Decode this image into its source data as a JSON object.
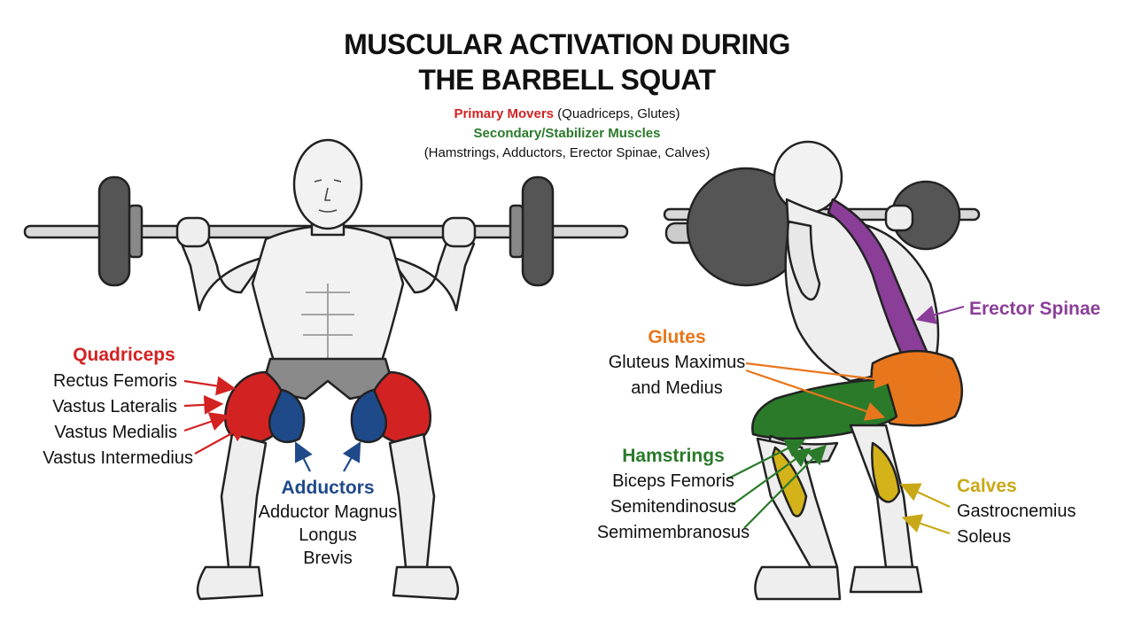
{
  "title_line1": "MUSCULAR ACTIVATION DURING",
  "title_line2": "THE BARBELL SQUAT",
  "legend": {
    "primary_label": "Primary Movers",
    "primary_detail": "(Quadriceps, Glutes)",
    "secondary_label": "Secondary/Stabilizer Muscles",
    "secondary_detail": "(Hamstrings, Adductors, Erector Spinae, Calves)"
  },
  "colors": {
    "quadriceps": "#d32222",
    "adductors": "#1f4a8a",
    "glutes": "#e8761c",
    "hamstrings": "#2a7a2a",
    "erector_spinae": "#8a3e98",
    "calves": "#d4b21a"
  },
  "quadriceps": {
    "title": "Quadriceps",
    "items": [
      "Rectus Femoris",
      "Vastus Lateralis",
      "Vastus Medialis",
      "Vastus Intermedius"
    ]
  },
  "adductors": {
    "title": "Adductors",
    "items": [
      "Adductor Magnus",
      "Longus",
      "Brevis"
    ]
  },
  "glutes": {
    "title": "Glutes",
    "items": [
      "Gluteus Maximus",
      "and Medius"
    ]
  },
  "hamstrings": {
    "title": "Hamstrings",
    "items": [
      "Biceps Femoris",
      "Semitendinosus",
      "Semimembranosus"
    ]
  },
  "erector_spinae": {
    "title": "Erector Spinae"
  },
  "calves": {
    "title": "Calves",
    "items": [
      "Gastrocnemius",
      "Soleus"
    ]
  }
}
